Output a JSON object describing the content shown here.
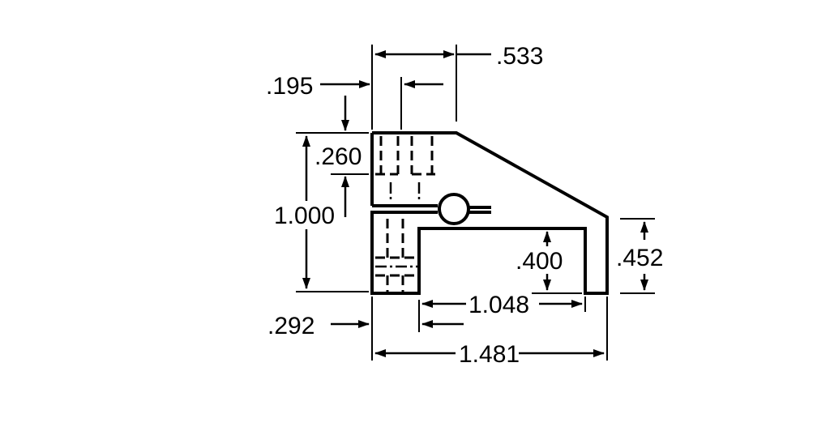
{
  "drawing": {
    "type": "orthographic-part-drawing",
    "units": "in",
    "dimensions": {
      "top_width": ".533",
      "hole_offset": ".195",
      "hole_depth": ".260",
      "overall_height": "1.000",
      "slot_height": ".400",
      "leg_height": ".452",
      "left_wall": ".292",
      "slot_length": "1.048",
      "overall_length": "1.481"
    }
  }
}
